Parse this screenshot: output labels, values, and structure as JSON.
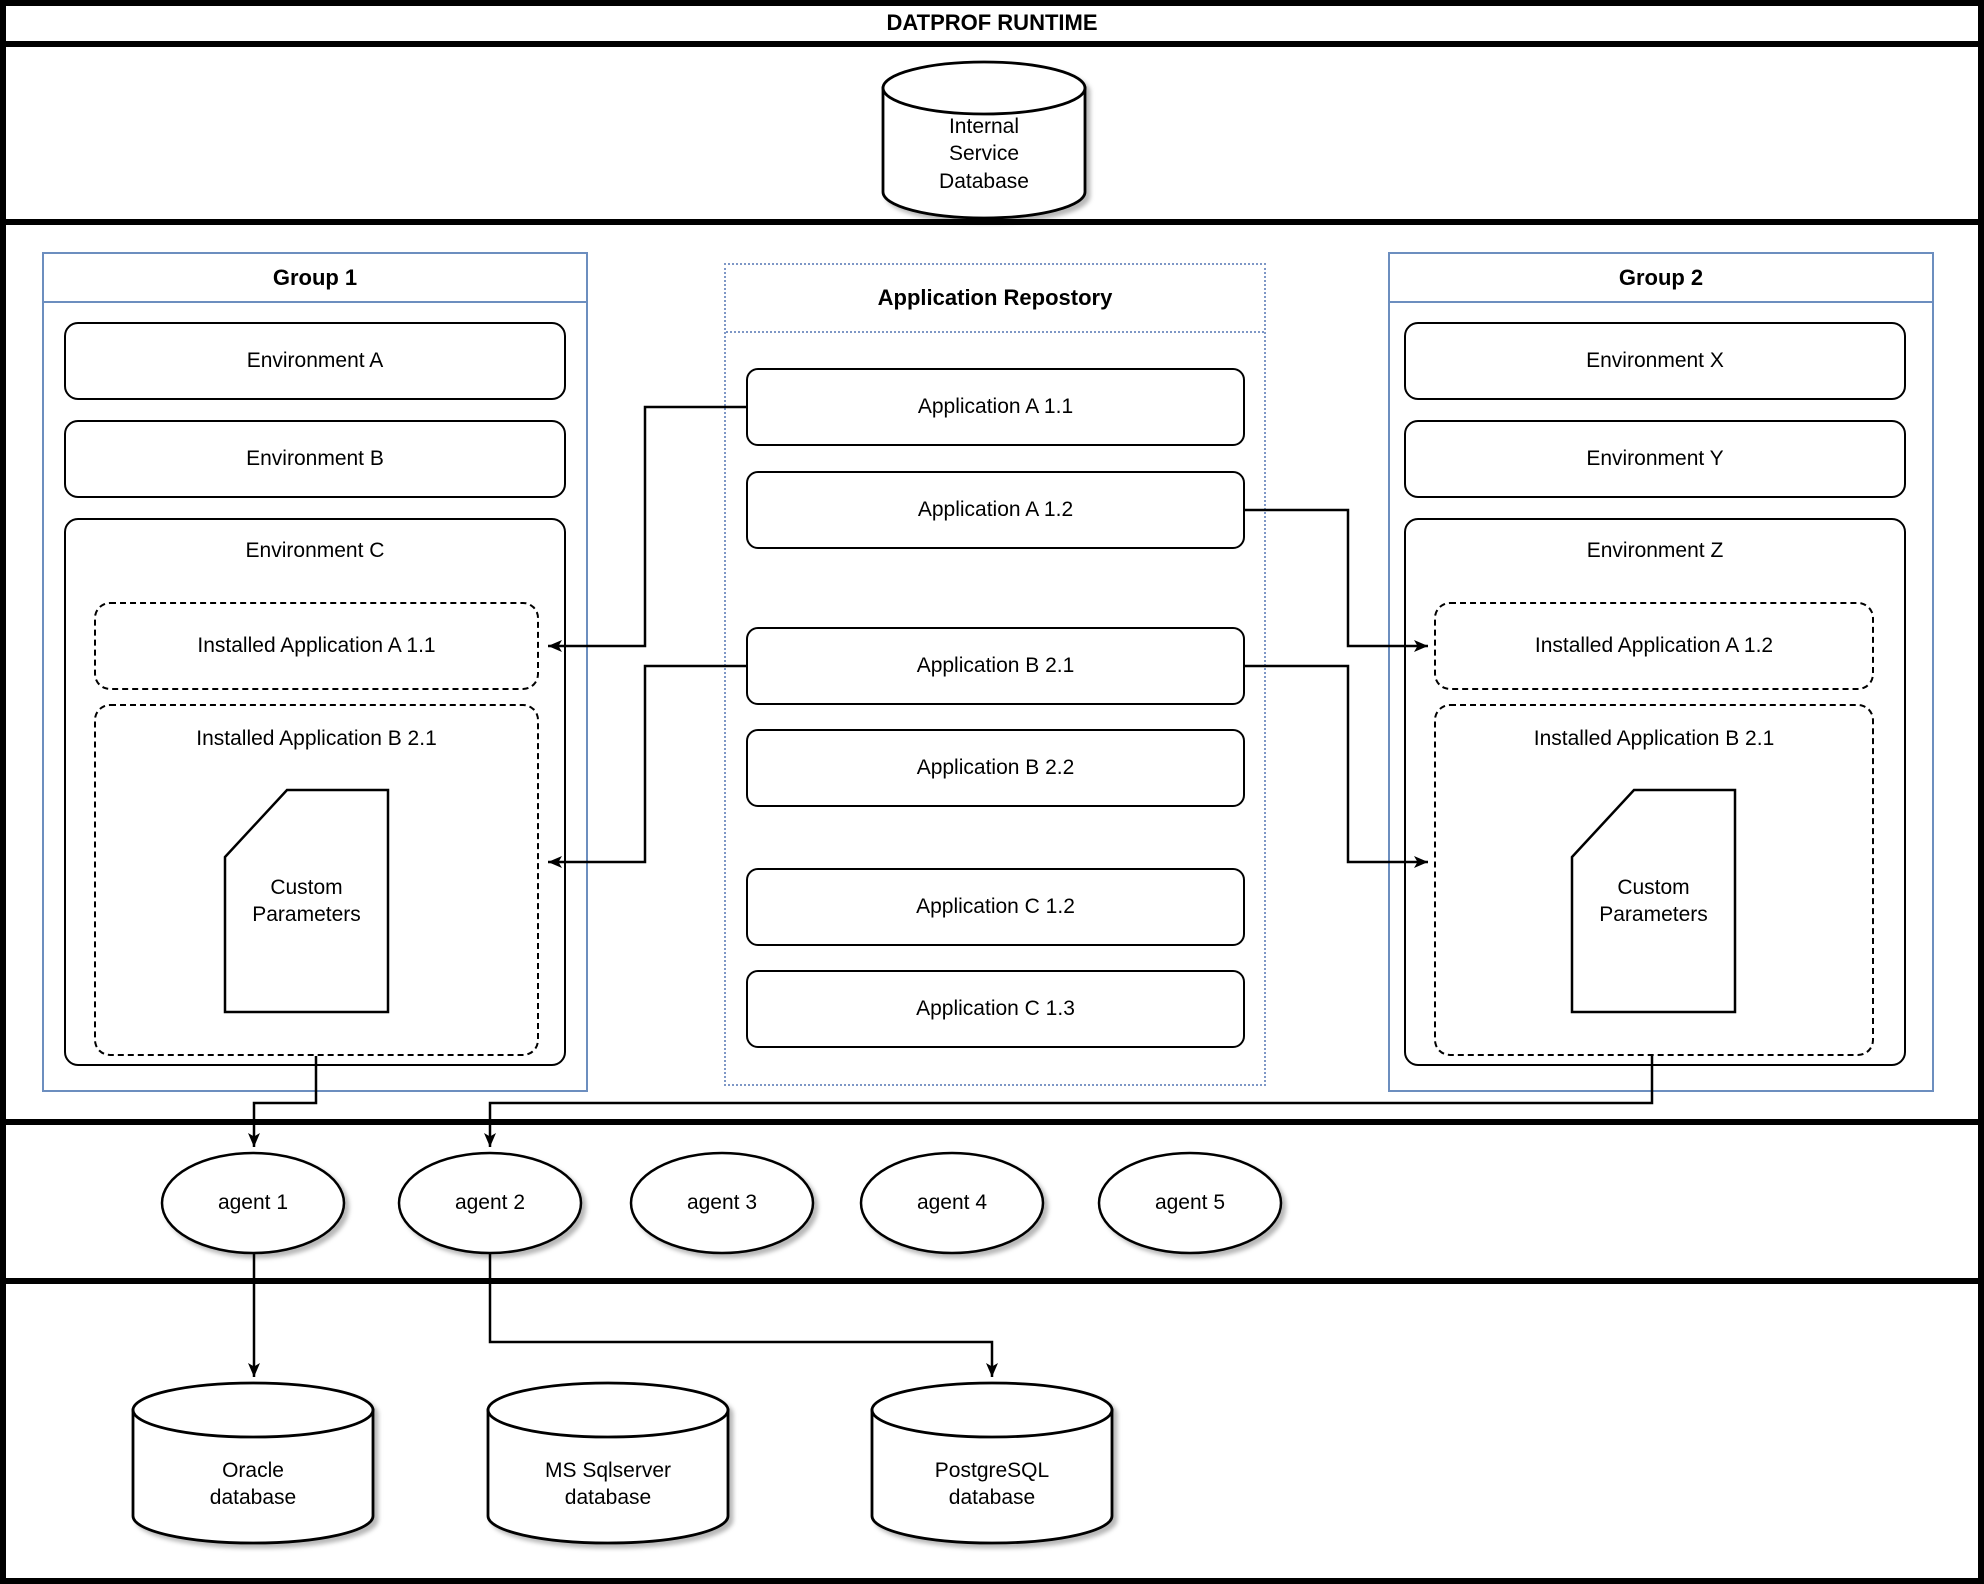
{
  "title": "DATPROF RUNTIME",
  "internal_database": {
    "label": "Internal Service Database"
  },
  "group1": {
    "title": "Group 1",
    "environment_a": "Environment A",
    "environment_b": "Environment B",
    "environment_c": "Environment C",
    "installed_app_1": "Installed Application A 1.1",
    "installed_app_2": "Installed Application B 2.1",
    "custom_parameters": "Custom Parameters"
  },
  "repository": {
    "title": "Application Repostory",
    "applications": [
      "Application A 1.1",
      "Application A 1.2",
      "Application B 2.1",
      "Application B 2.2",
      "Application C 1.2",
      "Application C 1.3"
    ]
  },
  "group2": {
    "title": "Group 2",
    "environment_x": "Environment X",
    "environment_y": "Environment Y",
    "environment_z": "Environment Z",
    "installed_app_1": "Installed Application A 1.2",
    "installed_app_2": "Installed Application B 2.1",
    "custom_parameters": "Custom Parameters"
  },
  "agents": [
    "agent 1",
    "agent 2",
    "agent 3",
    "agent 4",
    "agent 5"
  ],
  "databases": [
    "Oracle database",
    "MS Sqlserver database",
    "PostgreSQL database"
  ],
  "colors": {
    "group_border": "#6c8ebf",
    "repository_border": "#7e97c6",
    "connector": "#000000"
  }
}
